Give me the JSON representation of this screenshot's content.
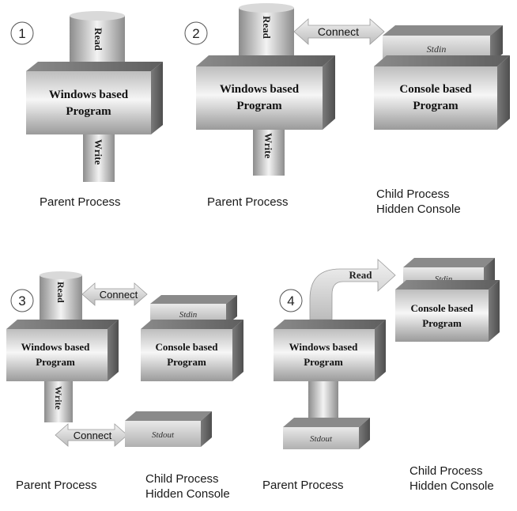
{
  "diagrams": [
    {
      "step": "1",
      "read_label": "Read",
      "write_label": "Write",
      "parent_program_line1": "Windows based",
      "parent_program_line2": "Program",
      "parent_caption": "Parent Process"
    },
    {
      "step": "2",
      "read_label": "Read",
      "write_label": "Write",
      "connect_label": "Connect",
      "parent_program_line1": "Windows based",
      "parent_program_line2": "Program",
      "child_program_line1": "Console based",
      "child_program_line2": "Program",
      "stdin_label": "Stdin",
      "parent_caption": "Parent Process",
      "child_caption_line1": "Child Process",
      "child_caption_line2": "Hidden Console"
    },
    {
      "step": "3",
      "read_label": "Read",
      "write_label": "Write",
      "connect_top_label": "Connect",
      "connect_bottom_label": "Connect",
      "parent_program_line1": "Windows based",
      "parent_program_line2": "Program",
      "child_program_line1": "Console based",
      "child_program_line2": "Program",
      "stdin_label": "Stdin",
      "stdout_label": "Stdout",
      "parent_caption": "Parent Process",
      "child_caption_line1": "Child Process",
      "child_caption_line2": "Hidden Console"
    },
    {
      "step": "4",
      "read_label": "Read",
      "parent_program_line1": "Windows based",
      "parent_program_line2": "Program",
      "child_program_line1": "Console based",
      "child_program_line2": "Program",
      "stdin_label": "Stdin",
      "stdout_label": "Stdout",
      "parent_caption": "Parent Process",
      "child_caption_line1": "Child Process",
      "child_caption_line2": "Hidden Console"
    }
  ],
  "colors": {
    "box_light": "#f4f4f4",
    "box_mid": "#b9b9b9",
    "box_dark": "#6e6e6e",
    "text": "#111111"
  }
}
